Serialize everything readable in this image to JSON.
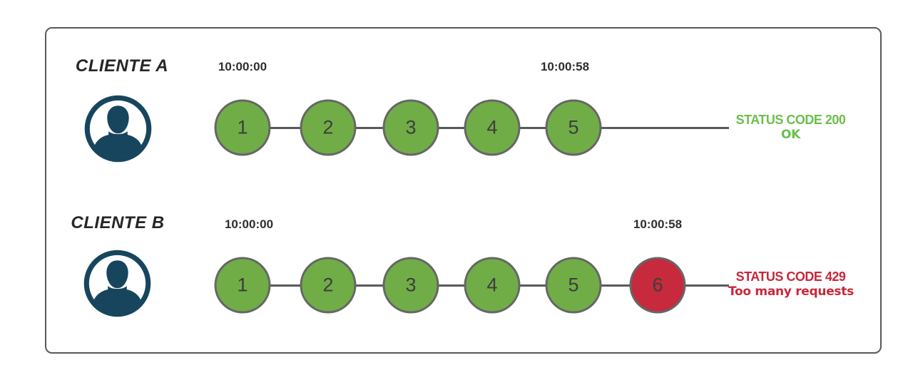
{
  "colors": {
    "request_ok": "#70AD47",
    "request_blocked": "#C62A3C",
    "status_ok_text": "#6CBE4B",
    "status_error_text": "#C8283A",
    "avatar": "#17455E",
    "connector": "#595959"
  },
  "clients": [
    {
      "name": "CLIENTE A",
      "start_time": "10:00:00",
      "end_time": "10:00:58",
      "requests": [
        {
          "label": "1",
          "state": "success"
        },
        {
          "label": "2",
          "state": "success"
        },
        {
          "label": "3",
          "state": "success"
        },
        {
          "label": "4",
          "state": "success"
        },
        {
          "label": "5",
          "state": "success"
        }
      ],
      "status": {
        "line1": "STATUS CODE 200",
        "line2": "OK"
      }
    },
    {
      "name": "CLIENTE B",
      "start_time": "10:00:00",
      "end_time": "10:00:58",
      "requests": [
        {
          "label": "1",
          "state": "success"
        },
        {
          "label": "2",
          "state": "success"
        },
        {
          "label": "3",
          "state": "success"
        },
        {
          "label": "4",
          "state": "success"
        },
        {
          "label": "5",
          "state": "success"
        },
        {
          "label": "6",
          "state": "rate_limited"
        }
      ],
      "status": {
        "line1": "STATUS CODE 429",
        "line2": "Too many requests"
      }
    }
  ]
}
